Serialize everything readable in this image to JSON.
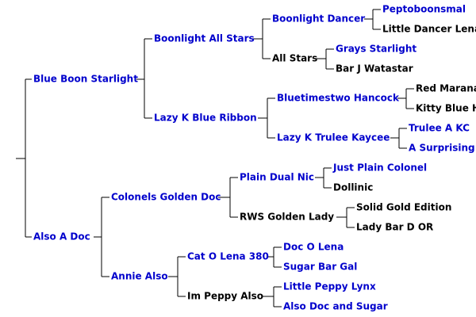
{
  "colors": {
    "link": "#0000cc",
    "text": "#000000",
    "lines": "#000000"
  },
  "pedigree": {
    "sire": {
      "name": "Blue Boon Starlight",
      "link": true,
      "sire": {
        "name": "Boonlight All Stars",
        "link": true,
        "sire": {
          "name": "Boonlight Dancer",
          "link": true,
          "sire": {
            "name": "Peptoboonsmal",
            "link": true
          },
          "dam": {
            "name": "Little Dancer Lena",
            "link": false
          }
        },
        "dam": {
          "name": "All Stars",
          "link": false,
          "sire": {
            "name": "Grays Starlight",
            "link": true
          },
          "dam": {
            "name": "Bar J Watastar",
            "link": false
          }
        }
      },
      "dam": {
        "name": "Lazy K Blue Ribbon",
        "link": true,
        "sire": {
          "name": "Bluetimestwo Hancock",
          "link": true,
          "sire": {
            "name": "Red Marana",
            "link": false
          },
          "dam": {
            "name": "Kitty Blue H",
            "link": false
          }
        },
        "dam": {
          "name": "Lazy K Trulee Kaycee",
          "link": true,
          "sire": {
            "name": "Trulee A KC",
            "link": true
          },
          "dam": {
            "name": "A Surprising",
            "link": true
          }
        }
      }
    },
    "dam": {
      "name": "Also A Doc",
      "link": true,
      "sire": {
        "name": "Colonels Golden Doc",
        "link": true,
        "sire": {
          "name": "Plain Dual Nic",
          "link": true,
          "sire": {
            "name": "Just Plain Colonel",
            "link": true
          },
          "dam": {
            "name": "Dollinic",
            "link": false
          }
        },
        "dam": {
          "name": "RWS Golden Lady",
          "link": false,
          "sire": {
            "name": "Solid Gold Edition",
            "link": false
          },
          "dam": {
            "name": "Lady Bar D OR",
            "link": false
          }
        }
      },
      "dam": {
        "name": "Annie Also",
        "link": true,
        "sire": {
          "name": "Cat O Lena 380",
          "link": true,
          "sire": {
            "name": "Doc O Lena",
            "link": true
          },
          "dam": {
            "name": "Sugar Bar Gal",
            "link": true
          }
        },
        "dam": {
          "name": "Im Peppy Also",
          "link": false,
          "sire": {
            "name": "Little Peppy Lynx",
            "link": true
          },
          "dam": {
            "name": "Also Doc and Sugar",
            "link": true
          }
        }
      }
    }
  }
}
